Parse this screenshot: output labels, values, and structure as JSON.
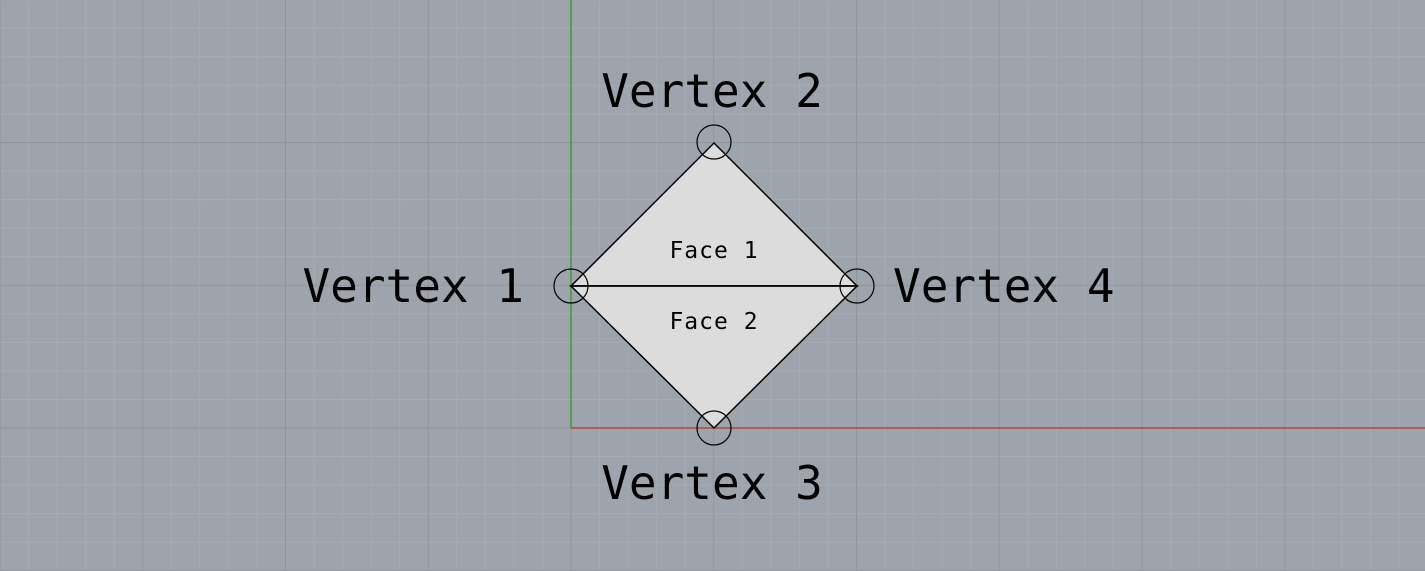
{
  "viewport": {
    "background": "#9ea4ac",
    "minor_grid_color": "#a6acb3",
    "major_grid_color": "#8f959d",
    "x_axis_color": "#b0473f",
    "y_axis_color": "#3f9a3f"
  },
  "mesh": {
    "face_fill": "#dcdcdc",
    "edge_color": "#000000",
    "faces": [
      {
        "label": "Face 1",
        "vertices": [
          1,
          2,
          4
        ]
      },
      {
        "label": "Face 2",
        "vertices": [
          1,
          3,
          4
        ]
      }
    ],
    "vertices": [
      {
        "id": 1,
        "label": "Vertex 1"
      },
      {
        "id": 2,
        "label": "Vertex 2"
      },
      {
        "id": 3,
        "label": "Vertex 3"
      },
      {
        "id": 4,
        "label": "Vertex 4"
      }
    ]
  }
}
